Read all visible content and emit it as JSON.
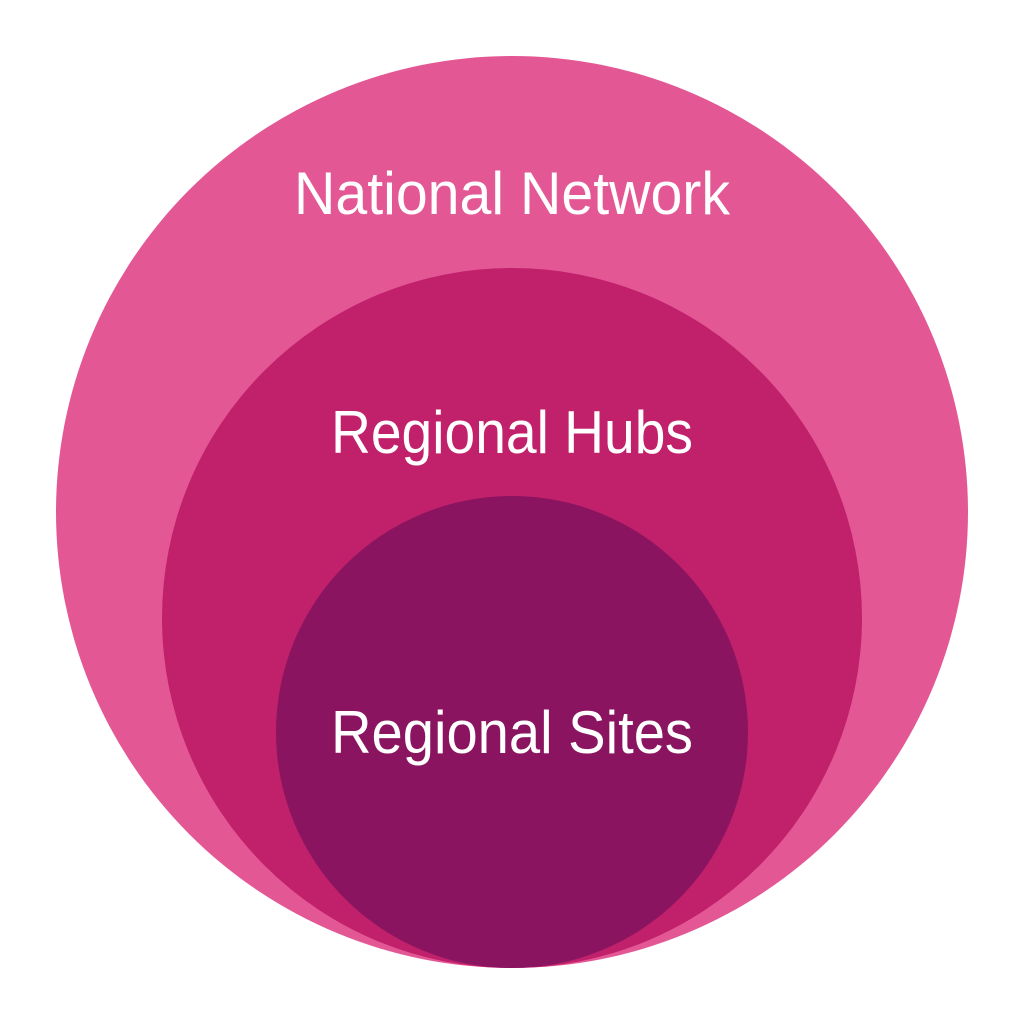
{
  "diagram": {
    "type": "nested-circles",
    "levels": [
      {
        "label": "National Network",
        "color": "#e45795"
      },
      {
        "label": "Regional Hubs",
        "color": "#c1206b"
      },
      {
        "label": "Regional Sites",
        "color": "#8a1460"
      }
    ]
  }
}
